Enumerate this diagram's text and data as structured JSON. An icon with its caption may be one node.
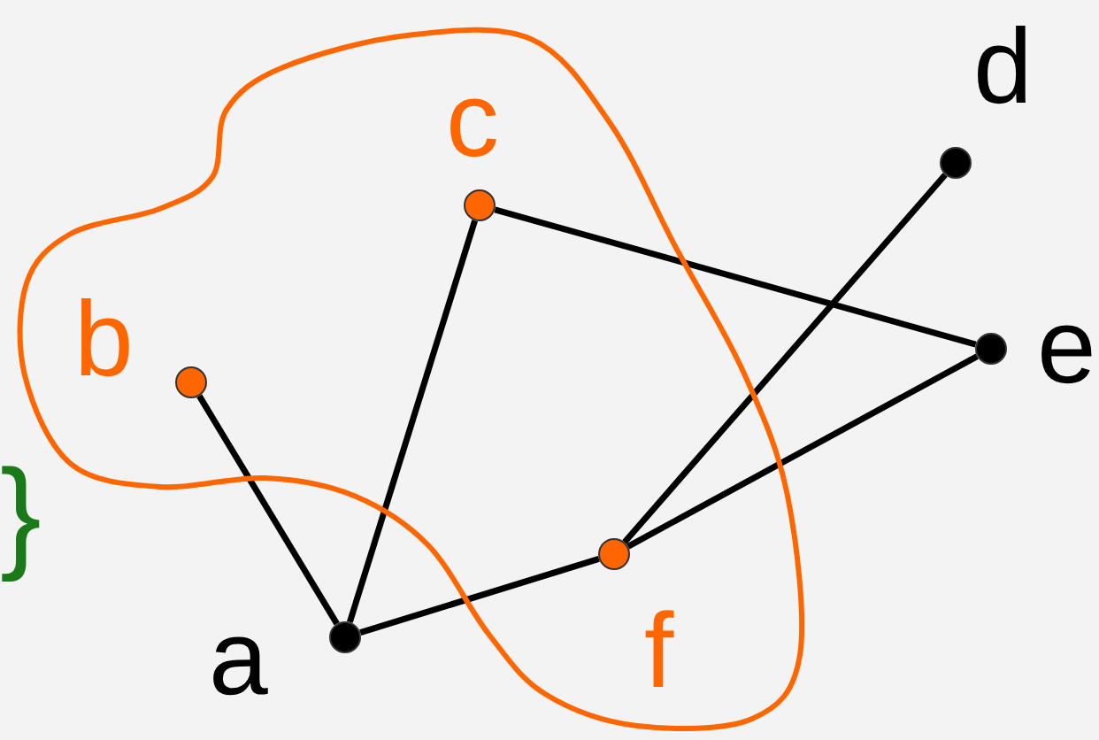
{
  "diagram": {
    "nodes": [
      {
        "text": [],
        "shape": "cloud"
      },
      {
        "text": [],
        "shape": "circle",
        "beside": [
          "a"
        ]
      },
      {
        "text": [],
        "shape": "circle",
        "beside": [
          "b"
        ],
        "in": 0
      },
      {
        "text": [],
        "shape": "circle",
        "beside": [
          "c"
        ],
        "in": 0
      },
      {
        "text": [],
        "shape": "circle",
        "beside": [
          "d"
        ]
      },
      {
        "text": [],
        "shape": "circle",
        "beside": [
          "e"
        ]
      },
      {
        "text": [],
        "shape": "circle",
        "beside": [
          "f"
        ],
        "in": 0
      }
    ],
    "edges": [
      {
        "from": 2,
        "to": 1,
        "arrow": "none"
      },
      {
        "from": 1,
        "to": 3,
        "arrow": "none"
      },
      {
        "from": 1,
        "to": 6,
        "arrow": "none"
      },
      {
        "from": 3,
        "to": 5,
        "arrow": "none"
      },
      {
        "from": 6,
        "to": 4,
        "arrow": "none"
      },
      {
        "from": 6,
        "to": 5,
        "arrow": "none"
      }
    ],
    "labels": [
      "}"
    ]
  }
}
